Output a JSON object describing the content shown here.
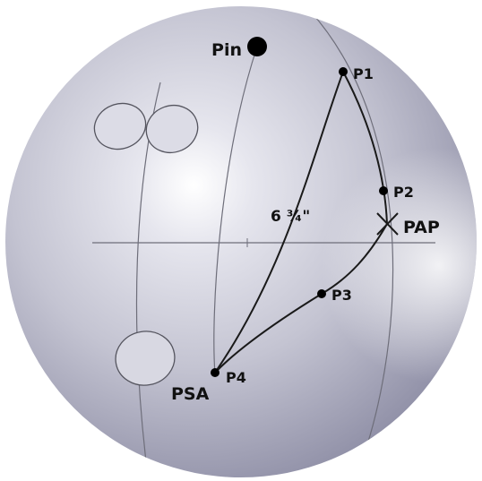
{
  "colors": {
    "ball_highlight": "#ffffff",
    "ball_mid": "#c9c9d6",
    "ball_shadow": "#8c8ca4",
    "lines": "#6e6e7a",
    "marks": "#000000"
  },
  "labels": {
    "pin": "Pin",
    "p1": "P1",
    "p2": "P2",
    "p3": "P3",
    "p4": "P4",
    "pap": "PAP",
    "psa": "PSA",
    "distance": "6 ¾\""
  }
}
